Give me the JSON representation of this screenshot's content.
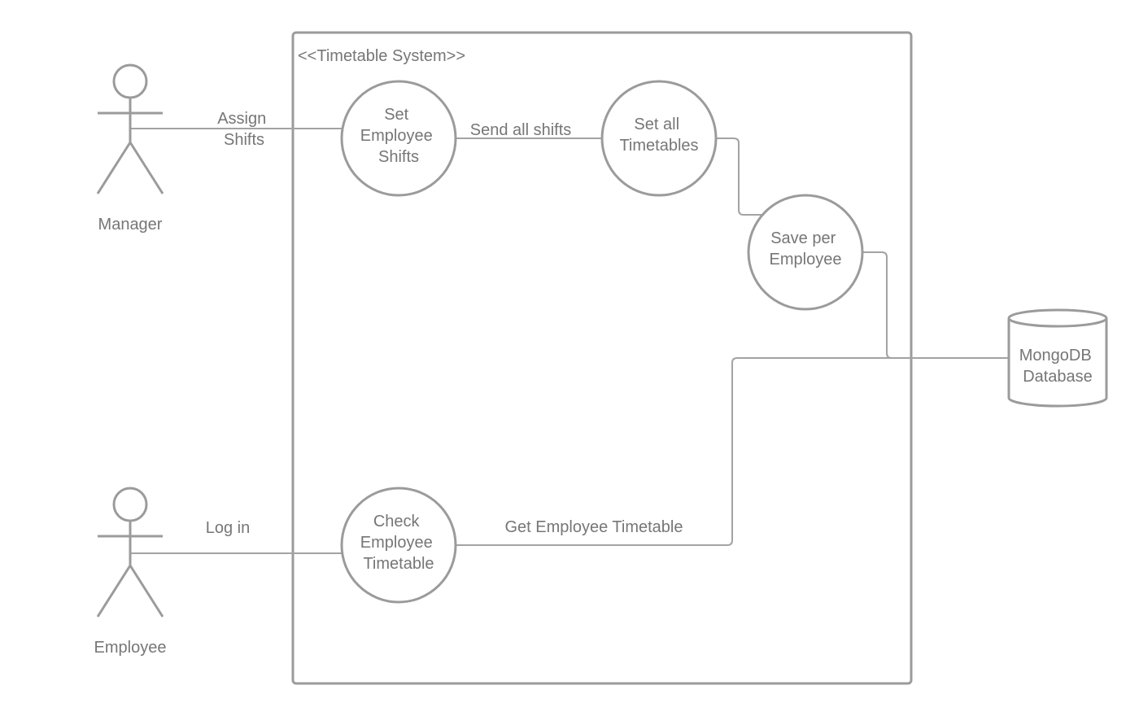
{
  "system": {
    "title": "<<Timetable System>>"
  },
  "actors": {
    "manager": {
      "name": "Manager"
    },
    "employee": {
      "name": "Employee"
    }
  },
  "use_cases": {
    "set_shifts": {
      "lines": [
        "Set",
        "Employee",
        "Shifts"
      ]
    },
    "set_timetables": {
      "lines": [
        "Set all",
        "Timetables"
      ]
    },
    "save_per_employee": {
      "lines": [
        "Save per",
        "Employee"
      ]
    },
    "check_timetable": {
      "lines": [
        "Check",
        "Employee",
        "Timetable"
      ]
    }
  },
  "database": {
    "lines": [
      "MongoDB",
      "Database"
    ]
  },
  "connections": {
    "assign_shifts": [
      "Assign",
      "Shifts"
    ],
    "send_all_shifts": "Send all shifts",
    "log_in": "Log in",
    "get_employee_timetable": "Get Employee Timetable"
  },
  "colors": {
    "stroke": "#9b9b9b",
    "text": "#767676",
    "background": "#ffffff"
  }
}
